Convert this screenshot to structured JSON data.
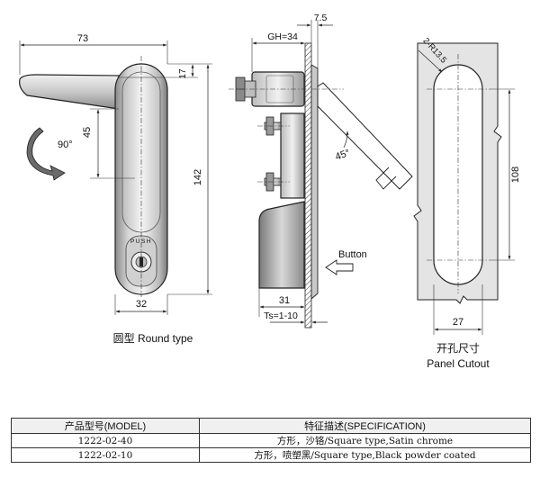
{
  "front_view": {
    "dims": {
      "width": "73",
      "top": "17",
      "lever_height": "45",
      "height": "142",
      "bottom": "32"
    },
    "rotation_label": "90°",
    "push_label": "PUSH",
    "caption": "圆型 Round type"
  },
  "side_view": {
    "dims": {
      "plate": "7.5",
      "gh": "GH=34",
      "depth": "31",
      "thickness": "Ts=1-10"
    },
    "angle_label": "45°",
    "button_label": "Button"
  },
  "panel_cutout": {
    "dims": {
      "radius": "2-R13.5",
      "height": "108",
      "width": "27"
    },
    "caption_cn": "开孔尺寸",
    "caption_en": "Panel Cutout"
  },
  "table": {
    "headers": [
      "产品型号(MODEL)",
      "特征描述(SPECIFICATION)"
    ],
    "rows": [
      [
        "1222-02-40",
        "方形，沙铬/Square type,Satin chrome"
      ],
      [
        "1222-02-10",
        "方形，喷塑黑/Square type,Black powder coated"
      ]
    ]
  },
  "colors": {
    "metal_light": "#e9e9e9",
    "metal_dark": "#7a7a7a",
    "panel_fill": "#e4e4e4"
  }
}
